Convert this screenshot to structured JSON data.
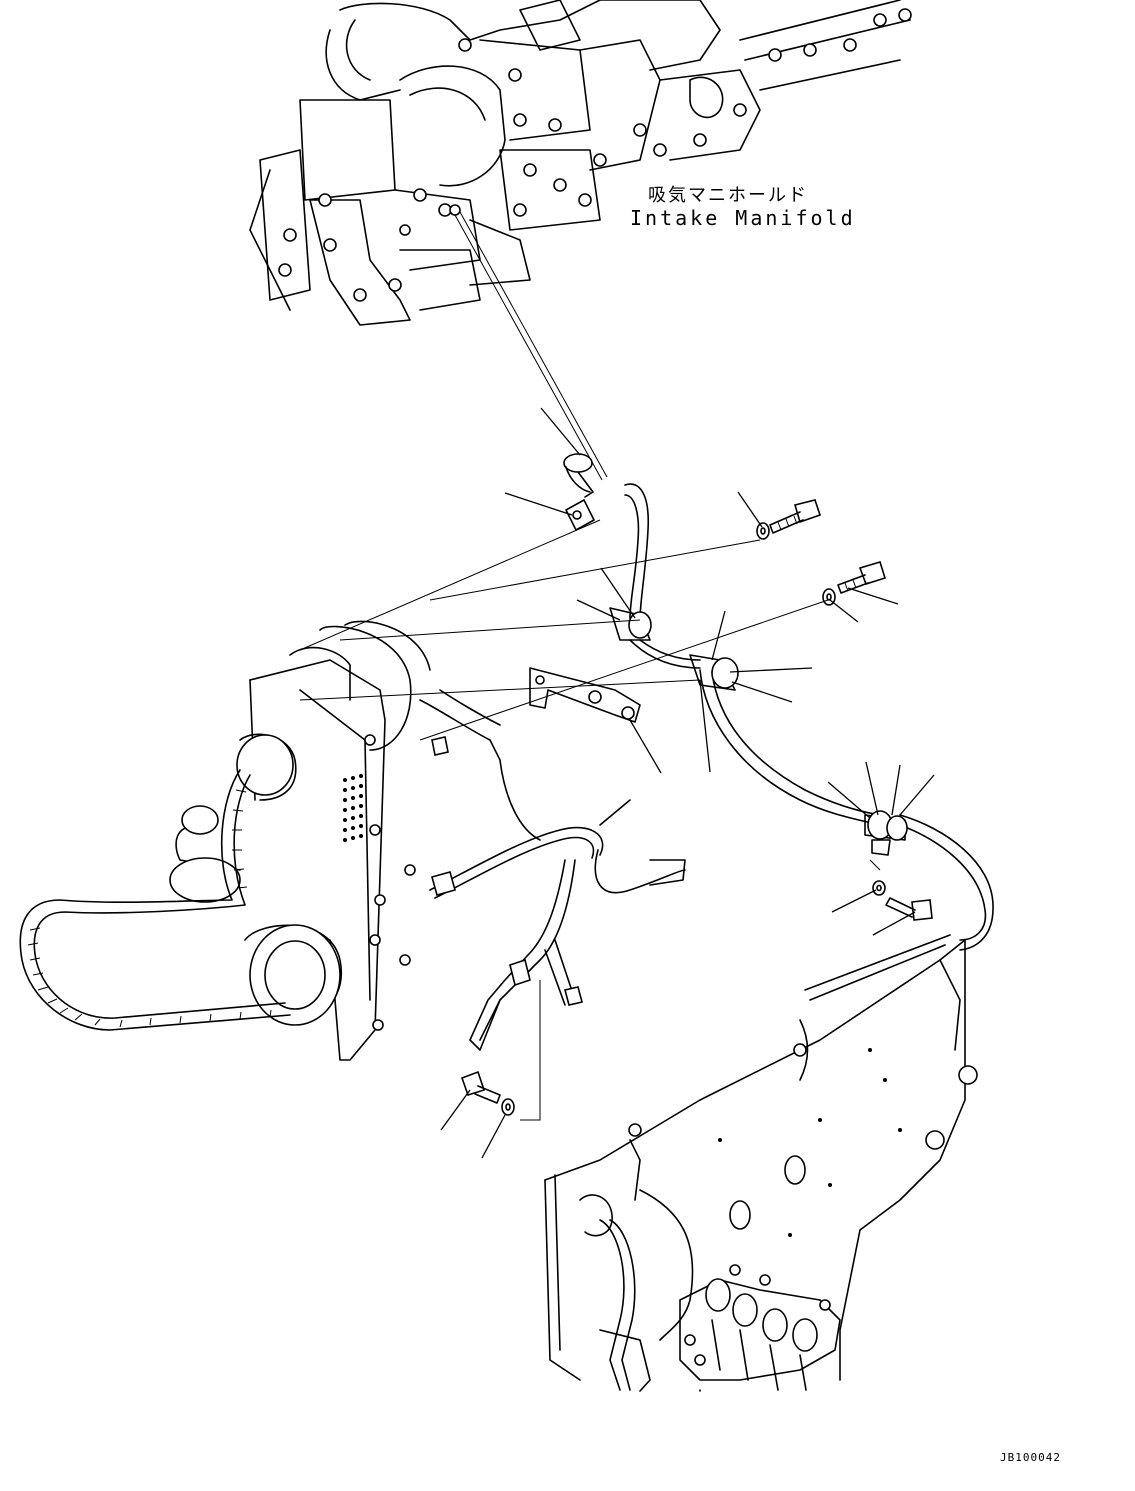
{
  "labels": {
    "intake_manifold_jp": "吸気マニホールド",
    "intake_manifold_en": "Intake Manifold"
  },
  "drawing_code": "JB100042"
}
